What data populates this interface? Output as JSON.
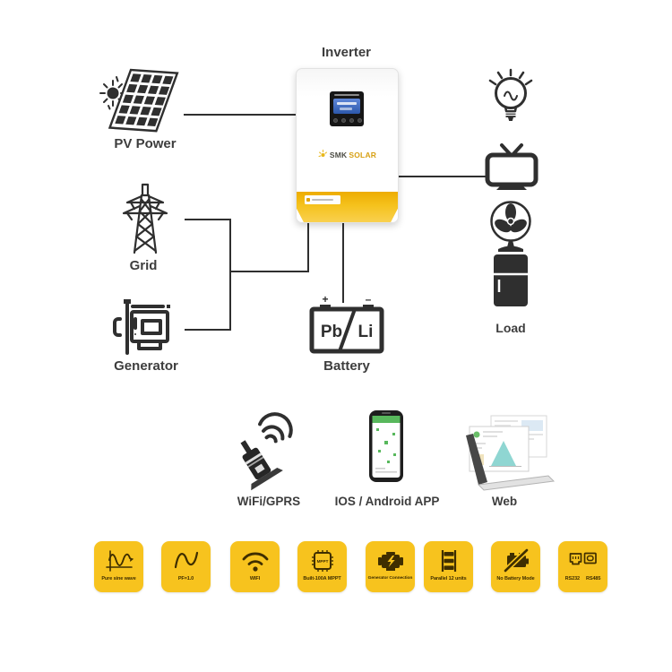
{
  "colors": {
    "badge_yellow": "#F7C31E",
    "line_dark": "#2F2F2F",
    "brand_gold": "#D7A014",
    "app_green": "#58B85C",
    "chart_teal": "#8FD6D2"
  },
  "inverter": {
    "label": "Inverter",
    "brand_left": "SMK",
    "brand_right": "SOLAR"
  },
  "sources": {
    "pv": "PV Power",
    "grid": "Grid",
    "generator": "Generator"
  },
  "battery": {
    "label": "Battery",
    "pb": "Pb",
    "li": "Li",
    "plus": "+",
    "minus": "–"
  },
  "load": {
    "label": "Load"
  },
  "connectivity": {
    "wifi": "WiFi/GPRS",
    "app": "IOS / Android APP",
    "web": "Web"
  },
  "badges": [
    {
      "label": "Pure sine wave"
    },
    {
      "label": "PF=1.0"
    },
    {
      "label": "WIFI"
    },
    {
      "label": "Built-100A MPPT",
      "icon_text": "MPPT"
    },
    {
      "label": "Generator Connection"
    },
    {
      "label": "Parallel 12 units"
    },
    {
      "label": "No Battery Mode"
    },
    {
      "label_left": "RS232",
      "label_right": "RS485"
    }
  ]
}
